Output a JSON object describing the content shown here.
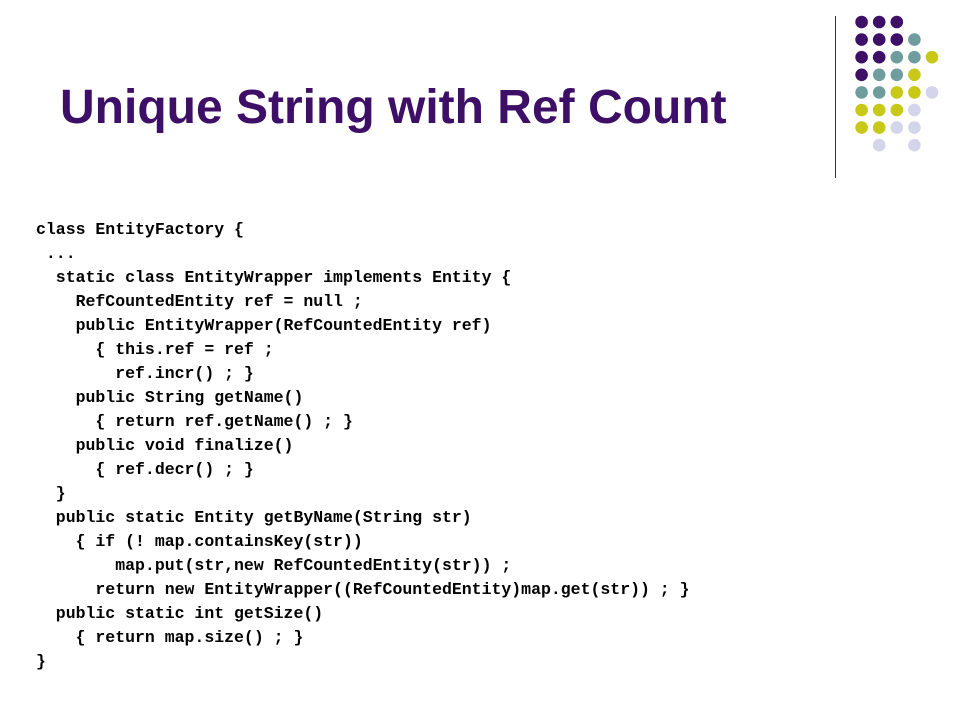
{
  "slide": {
    "title": "Unique String with Ref Count",
    "code_lines": [
      "class EntityFactory {",
      " ...",
      "  static class EntityWrapper implements Entity {",
      "    RefCountedEntity ref = null ;",
      "    public EntityWrapper(RefCountedEntity ref)",
      "      { this.ref = ref ;",
      "        ref.incr() ; }",
      "    public String getName()",
      "      { return ref.getName() ; }",
      "    public void finalize()",
      "      { ref.decr() ; }",
      "  }",
      "  public static Entity getByName(String str)",
      "    { if (! map.containsKey(str))",
      "        map.put(str,new RefCountedEntity(str)) ;",
      "      return new EntityWrapper((RefCountedEntity)map.get(str)) ; }",
      "  public static int getSize()",
      "    { return map.size() ; }",
      "}"
    ]
  },
  "theme": {
    "title_color": "#3d0f66",
    "dot_colors": {
      "purple": "#3d0f66",
      "teal": "#6f9c9c",
      "lime": "#c8c819",
      "lavender": "#d4d4ea"
    },
    "decoration_grid": [
      [
        "",
        "purple",
        "purple",
        "purple",
        "",
        ""
      ],
      [
        "",
        "purple",
        "purple",
        "purple",
        "teal",
        ""
      ],
      [
        "",
        "purple",
        "purple",
        "teal",
        "teal",
        "lime"
      ],
      [
        "",
        "purple",
        "teal",
        "teal",
        "lime",
        ""
      ],
      [
        "",
        "teal",
        "teal",
        "lime",
        "lime",
        "lavender"
      ],
      [
        "",
        "lime",
        "lime",
        "lime",
        "lavender",
        ""
      ],
      [
        "",
        "lime",
        "lime",
        "lavender",
        "lavender",
        ""
      ],
      [
        "",
        "",
        "lavender",
        "",
        "lavender",
        ""
      ]
    ]
  }
}
